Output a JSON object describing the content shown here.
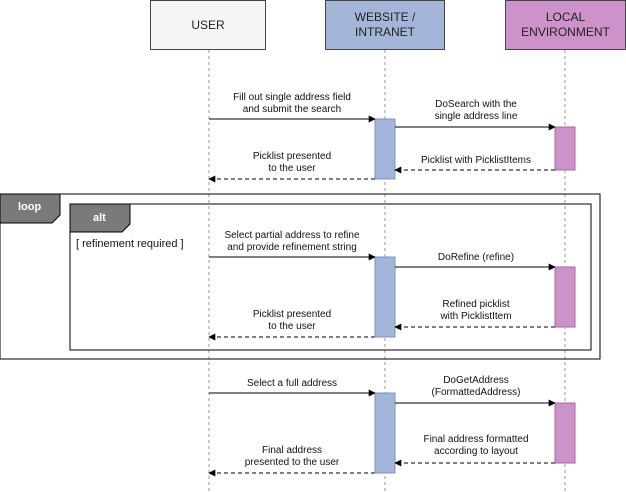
{
  "participants": [
    {
      "id": "user",
      "label": "USER",
      "fill": "#f5f5f5"
    },
    {
      "id": "website",
      "label": "WEBSITE /\nINTRANET",
      "fill": "#a3b6d9"
    },
    {
      "id": "local",
      "label": "LOCAL\nENVIRONMENT",
      "fill": "#cd92c9"
    }
  ],
  "colors": {
    "user_fill": "#f5f5f5",
    "website_fill": "#a3b6d9",
    "local_fill": "#cd92c9",
    "fragment_tab": "#7a7a7a",
    "line": "#000000"
  },
  "fragments": {
    "loop": {
      "keyword": "loop"
    },
    "alt": {
      "keyword": "alt",
      "condition": "[ refinement required ]"
    }
  },
  "messages": [
    {
      "id": "m1",
      "from": "user",
      "to": "website",
      "type": "sync",
      "label": "Fill out single address field\nand submit the search"
    },
    {
      "id": "m2",
      "from": "website",
      "to": "local",
      "type": "sync",
      "label": "DoSearch with the\nsingle address line"
    },
    {
      "id": "m3",
      "from": "local",
      "to": "website",
      "type": "return",
      "label": "Picklist with PicklistItems"
    },
    {
      "id": "m4",
      "from": "website",
      "to": "user",
      "type": "return",
      "label": "Picklist presented\nto the user"
    },
    {
      "id": "m5",
      "from": "user",
      "to": "website",
      "type": "sync",
      "label": "Select partial address to refine\nand provide refinement string"
    },
    {
      "id": "m6",
      "from": "website",
      "to": "local",
      "type": "sync",
      "label": "DoRefine (refine)"
    },
    {
      "id": "m7",
      "from": "local",
      "to": "website",
      "type": "return",
      "label": "Refined picklist\nwith PicklistItem"
    },
    {
      "id": "m8",
      "from": "website",
      "to": "user",
      "type": "return",
      "label": "Picklist presented\nto the user"
    },
    {
      "id": "m9",
      "from": "user",
      "to": "website",
      "type": "sync",
      "label": "Select a full address"
    },
    {
      "id": "m10",
      "from": "website",
      "to": "local",
      "type": "sync",
      "label": "DoGetAddress\n(FormattedAddress)"
    },
    {
      "id": "m11",
      "from": "local",
      "to": "website",
      "type": "return",
      "label": "Final address formatted\naccording to layout"
    },
    {
      "id": "m12",
      "from": "website",
      "to": "user",
      "type": "return",
      "label": "Final address\npresented to the user"
    }
  ]
}
